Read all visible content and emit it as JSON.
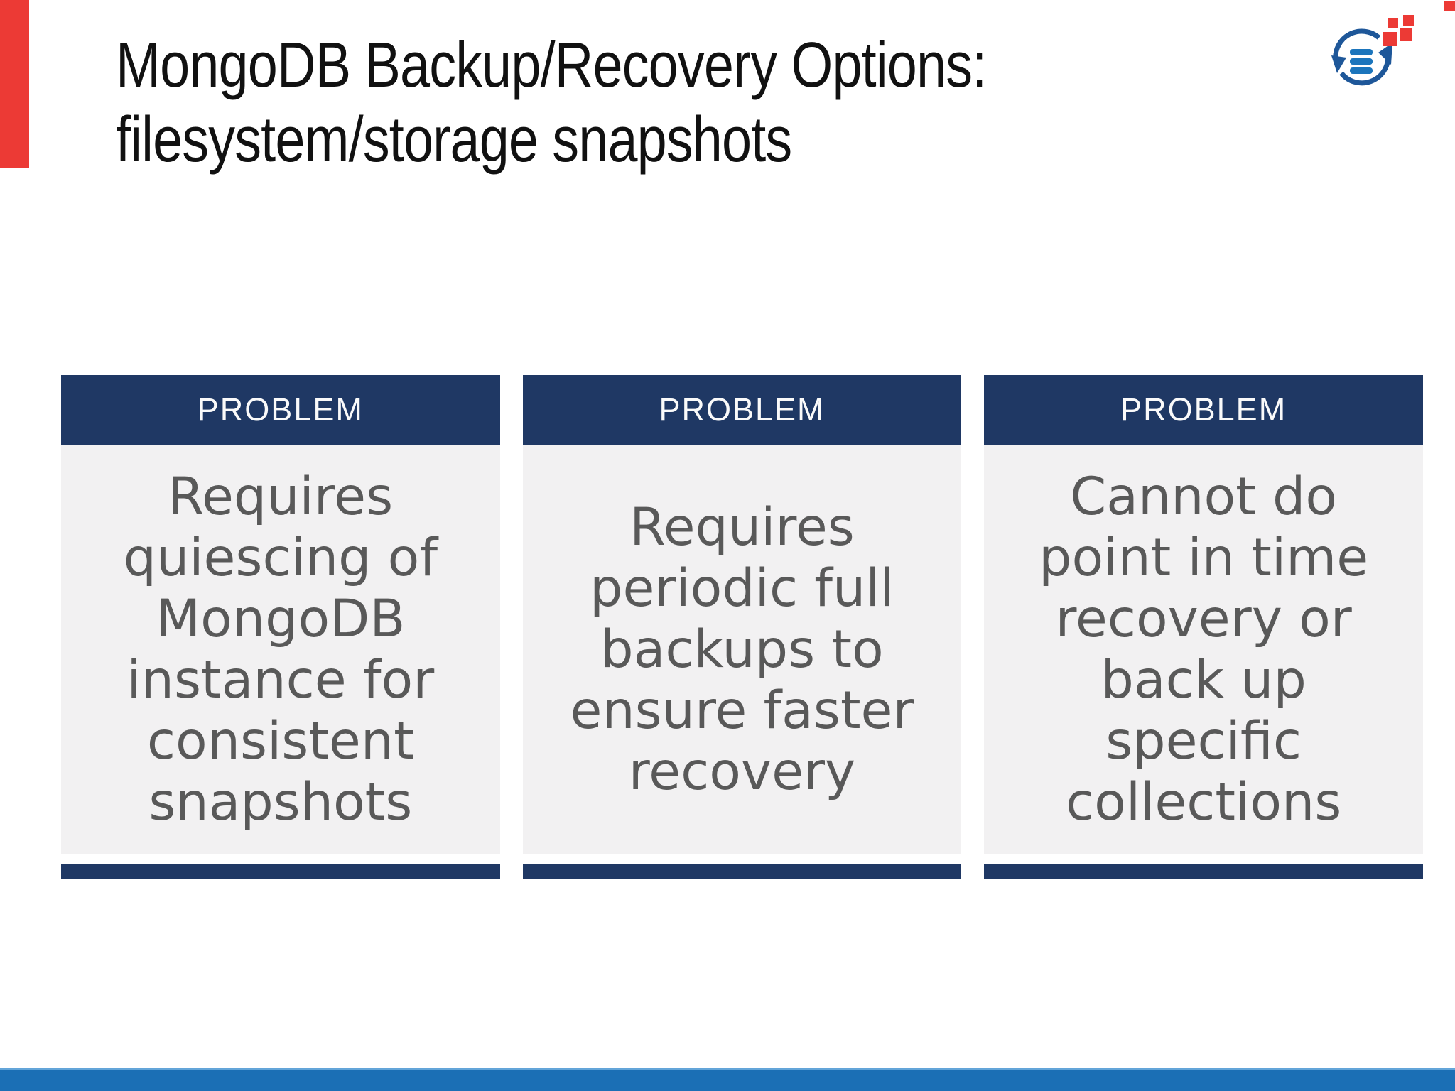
{
  "title": "MongoDB Backup/Recovery Options:\nfilesystem/storage snapshots",
  "cards": [
    {
      "header": "PROBLEM",
      "body": "Requires\nquiescing of\nMongoDB\ninstance for\nconsistent\nsnapshots"
    },
    {
      "header": "PROBLEM",
      "body": "Requires\nperiodic full\nbackups to\nensure faster\nrecovery"
    },
    {
      "header": "PROBLEM",
      "body": "Cannot do\npoint in time\nrecovery or\nback up\nspecific\ncollections"
    }
  ],
  "logo": {
    "name": "sync-logo"
  },
  "colors": {
    "accent-red": "#EC3A35",
    "navy": "#1F3864",
    "card-bg": "#F2F1F2",
    "card-text": "#595959",
    "title-color": "#111111",
    "footer-blue": "#1B6FB5",
    "footer-blue-light": "#63A5D9",
    "logo-arc-blue": "#1E5799",
    "logo-bar-blue": "#1B75BC"
  }
}
